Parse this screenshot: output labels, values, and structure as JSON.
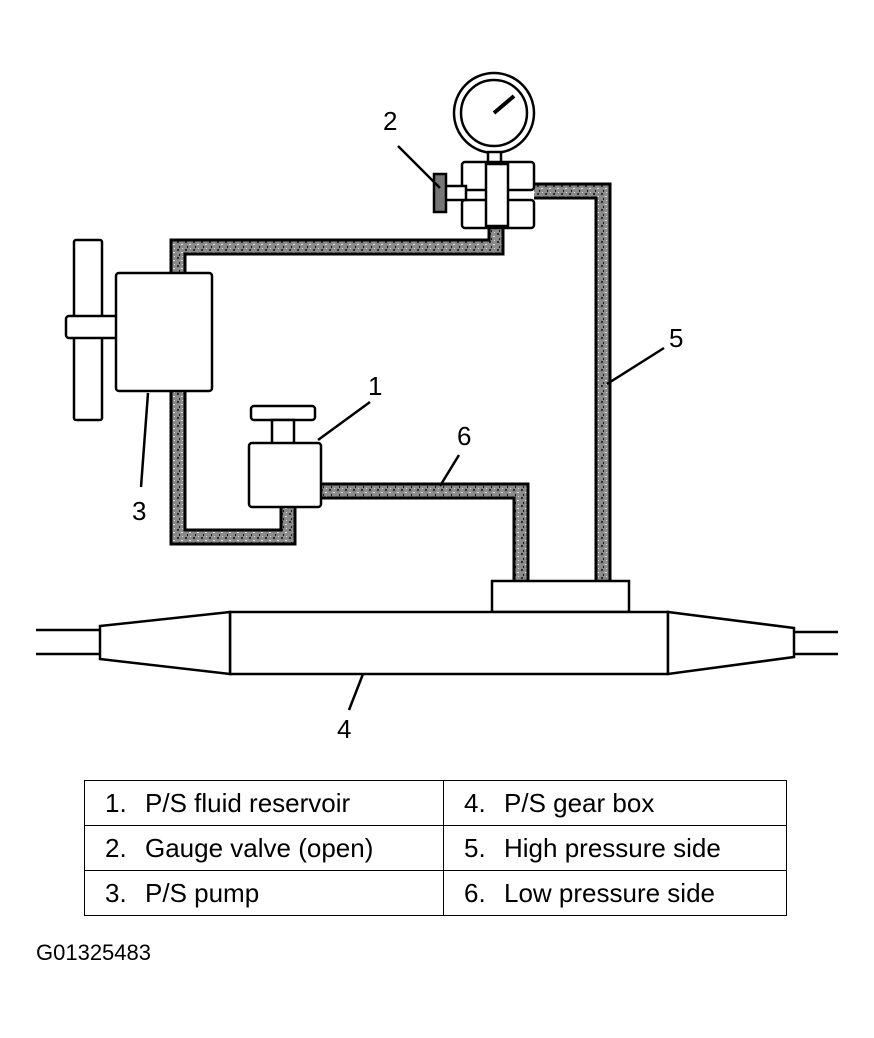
{
  "callouts": {
    "c1": "1",
    "c2": "2",
    "c3": "3",
    "c4": "4",
    "c5": "5",
    "c6": "6"
  },
  "legend": [
    {
      "num": "1.",
      "label": "P/S fluid reservoir"
    },
    {
      "num": "2.",
      "label": "Gauge valve (open)"
    },
    {
      "num": "3.",
      "label": "P/S pump"
    },
    {
      "num": "4.",
      "label": "P/S gear box"
    },
    {
      "num": "5.",
      "label": "High pressure side"
    },
    {
      "num": "6.",
      "label": "Low pressure side"
    }
  ],
  "figure_id": "G01325483",
  "colors": {
    "line": "#000000",
    "hose_fill": "#7a7a7a",
    "background": "#ffffff"
  }
}
